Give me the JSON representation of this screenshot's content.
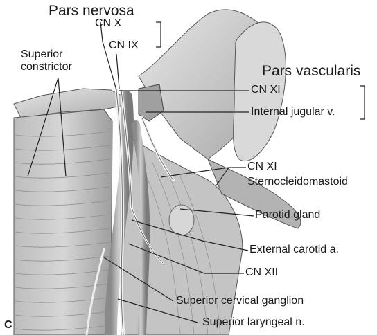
{
  "groups": {
    "pars_nervosa": "Pars nervosa",
    "pars_vascularis": "Pars vascularis"
  },
  "labels": {
    "cn_x": "CN X",
    "cn_ix": "CN IX",
    "superior_constrictor_line1": "Superior",
    "superior_constrictor_line2": "constrictor",
    "cn_xi_upper": "CN XI",
    "internal_jugular": "Internal jugular v.",
    "cn_xi_lower": "CN XI",
    "sternocleidomastoid": "Sternocleidomastoid",
    "parotid_gland": "Parotid gland",
    "external_carotid": "External carotid a.",
    "cn_xii": "CN XII",
    "superior_cervical_ganglion": "Superior cervical ganglion",
    "superior_laryngeal": "Superior laryngeal n."
  },
  "panel_letter": "C"
}
